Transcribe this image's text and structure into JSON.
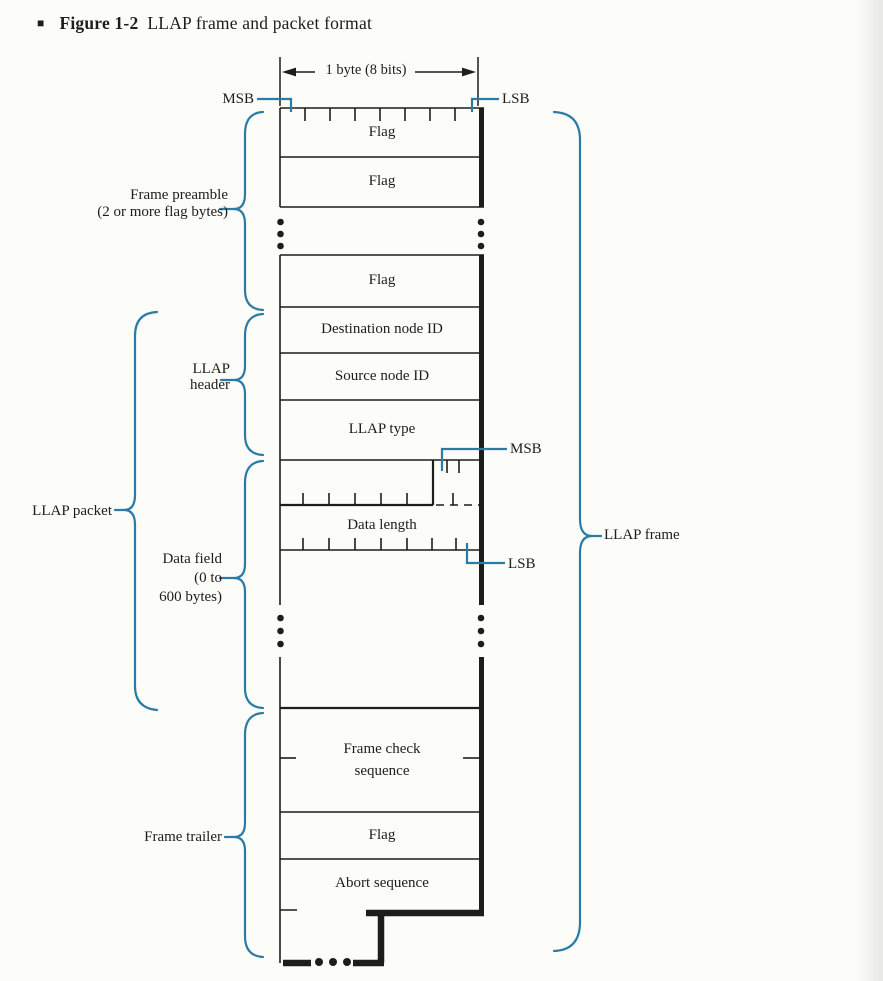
{
  "figure": {
    "bullet": "■",
    "label": "Figure 1-2",
    "title": "LLAP frame and packet format"
  },
  "top_scale": {
    "byte_width_label": "1 byte (8 bits)",
    "msb": "MSB",
    "lsb": "LSB"
  },
  "mid_pointers": {
    "msb": "MSB",
    "lsb": "LSB"
  },
  "cells": {
    "flag_1": "Flag",
    "flag_2": "Flag",
    "flag_3": "Flag",
    "destination": "Destination node ID",
    "source": "Source node ID",
    "llap_type": "LLAP type",
    "data_length": "Data length",
    "fcs_line1": "Frame check",
    "fcs_line2": "sequence",
    "flag_4": "Flag",
    "abort": "Abort sequence"
  },
  "group_labels": {
    "frame_preamble_line1": "Frame preamble",
    "frame_preamble_line2": "(2 or more flag bytes)",
    "llap_header_line1": "LLAP",
    "llap_header_line2": "header",
    "llap_packet": "LLAP packet",
    "data_field_line1": "Data field",
    "data_field_line2": "(0 to",
    "data_field_line3": "600 bytes)",
    "frame_trailer": "Frame trailer",
    "llap_frame": "LLAP frame"
  },
  "colors": {
    "accent_blue": "#2a7ca6",
    "line_black": "#1d1d1b"
  }
}
